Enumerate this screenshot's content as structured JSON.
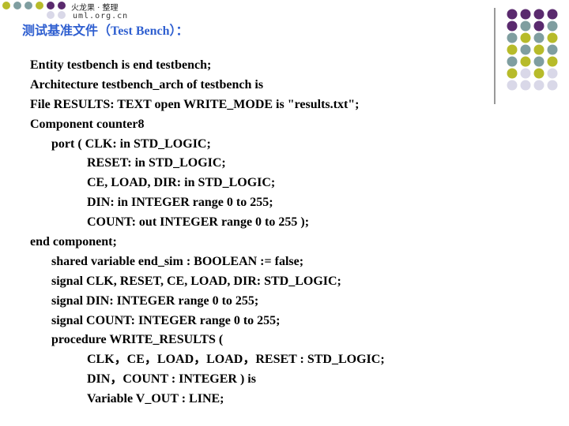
{
  "logo": {
    "cn_text": "火龙果 · 整理",
    "en_text": "uml.org.cn"
  },
  "title": "测试基准文件（Test Bench）：",
  "code_lines": [
    {
      "indent": 0,
      "text": "Entity testbench is end testbench;"
    },
    {
      "indent": 0,
      "text": "Architecture testbench_arch of testbench is"
    },
    {
      "indent": 0,
      "text": "File RESULTS: TEXT open WRITE_MODE is \"results.txt\";"
    },
    {
      "indent": 0,
      "text": "Component counter8"
    },
    {
      "indent": 1,
      "text": "port ( CLK: in STD_LOGIC;"
    },
    {
      "indent": 2,
      "text": "RESET: in STD_LOGIC;"
    },
    {
      "indent": 2,
      "text": "CE, LOAD, DIR: in STD_LOGIC;"
    },
    {
      "indent": 2,
      "text": "DIN: in INTEGER range 0 to 255;"
    },
    {
      "indent": 2,
      "text": "COUNT: out INTEGER range 0 to 255 );"
    },
    {
      "indent": 0,
      "text": "end component;"
    },
    {
      "indent": 1,
      "text": "shared variable end_sim : BOOLEAN := false;"
    },
    {
      "indent": 1,
      "text": "signal CLK, RESET, CE, LOAD, DIR: STD_LOGIC;"
    },
    {
      "indent": 1,
      "text": "signal DIN: INTEGER range 0 to 255;"
    },
    {
      "indent": 1,
      "text": "signal COUNT: INTEGER range 0 to 255;"
    },
    {
      "indent": 1,
      "text": "procedure WRITE_RESULTS ("
    },
    {
      "indent": 2,
      "text": "CLK，CE，LOAD，LOAD，RESET : STD_LOGIC;"
    },
    {
      "indent": 2,
      "text": "DIN，COUNT : INTEGER ) is"
    },
    {
      "indent": 2,
      "text": "Variable V_OUT : LINE;"
    }
  ],
  "colors": {
    "title": "#2f5fd0",
    "purple": "#5a2a6e",
    "teal": "#7f9ea0",
    "olive": "#b7bb2a",
    "lavender": "#d9d8e8"
  }
}
